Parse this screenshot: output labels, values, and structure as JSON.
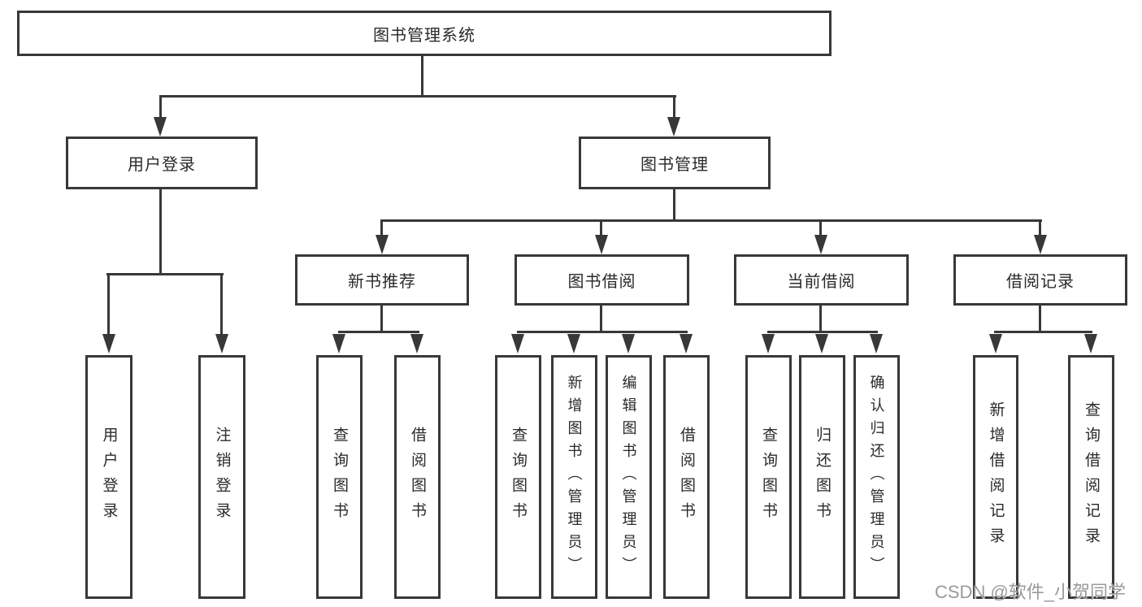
{
  "diagram": {
    "root": {
      "label": "图书管理系统"
    },
    "branches": [
      {
        "label": "用户登录",
        "children": [
          {
            "label": "用户登录"
          },
          {
            "label": "注销登录"
          }
        ]
      },
      {
        "label": "图书管理",
        "children": [
          {
            "label": "新书推荐",
            "children": [
              {
                "label": "查询图书"
              },
              {
                "label": "借阅图书"
              }
            ]
          },
          {
            "label": "图书借阅",
            "children": [
              {
                "label": "查询图书"
              },
              {
                "label": "新增图书（管理员）"
              },
              {
                "label": "编辑图书（管理员）"
              },
              {
                "label": "借阅图书"
              }
            ]
          },
          {
            "label": "当前借阅",
            "children": [
              {
                "label": "查询图书"
              },
              {
                "label": "归还图书"
              },
              {
                "label": "确认归还（管理员）"
              }
            ]
          },
          {
            "label": "借阅记录",
            "children": [
              {
                "label": "新增借阅记录"
              },
              {
                "label": "查询借阅记录"
              }
            ]
          }
        ]
      }
    ]
  },
  "watermark": "CSDN @软件_小贺同学",
  "colors": {
    "line": "#383838",
    "text": "#2a2a2a",
    "watermark": "#9a9a9a",
    "background": "#ffffff"
  }
}
